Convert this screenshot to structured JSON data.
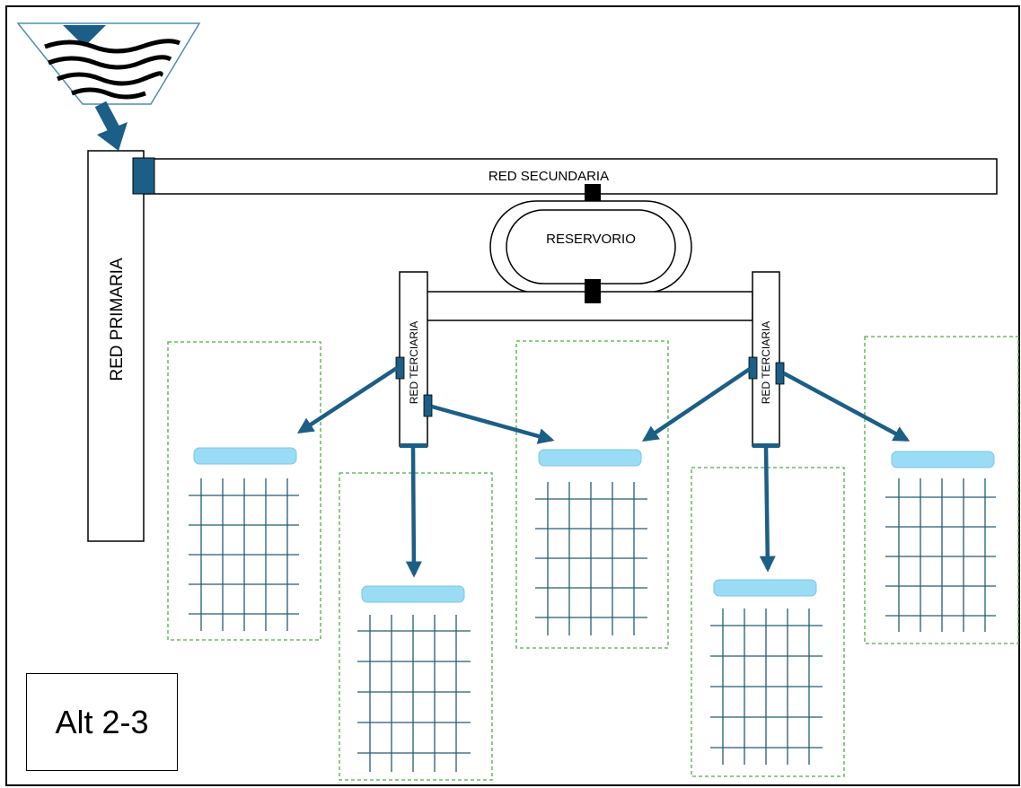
{
  "labels": {
    "primary": "RED PRIMARIA",
    "secondary": "RED SECUNDARIA",
    "reservoir": "RESERVORIO",
    "tertiary_left": "RED TERCIARIA",
    "tertiary_right": "RED TERCIARIA",
    "alternative": "Alt 2-3"
  },
  "colors": {
    "pipe_blue": "#1b5e86",
    "lateral_light_blue": "#9adcf5",
    "field_border_green": "#4caf3f",
    "grid_line": "#245c74",
    "outline": "#000000"
  },
  "icons": {
    "water_source": "water-source-icon",
    "valve": "valve-icon",
    "flow_arrow": "flow-arrow-icon"
  }
}
